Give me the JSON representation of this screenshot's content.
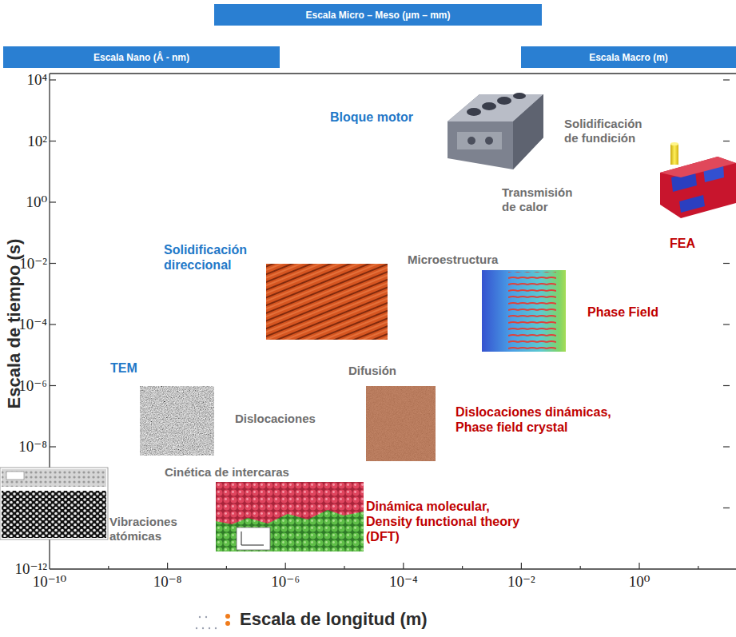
{
  "diagram": {
    "nodes": [
      {
        "text": [
          "Escala Micro – Meso (µm – mm)"
        ]
      },
      {
        "text": [
          "Escala Nano (Å - nm)"
        ]
      },
      {
        "text": [
          "Escala Macro (m)"
        ]
      }
    ],
    "labels": [
      "10⁴",
      "10²",
      "10⁰",
      "10⁻²",
      "10⁻⁴",
      "10⁻⁶",
      "10⁻⁸",
      "10⁻¹²",
      "10⁻¹⁰",
      "10⁻⁸",
      "10⁻⁶",
      "10⁻⁴",
      "10⁻²",
      "10⁰",
      "Escala de tiempo (s)",
      "Escala de longitud (m)",
      "Bloque motor",
      "Solidificación de fundición",
      "Transmisión de calor",
      "FEA",
      "Solidificación direccional",
      "Microestructura",
      "Phase Field",
      "TEM",
      "Difusión",
      "Dislocaciones",
      "Dislocaciones dinámicas, Phase field crystal",
      "Cinética de intercaras",
      "Vibraciones atómicas",
      "Dinámica molecular, Density functional theory (DFT)"
    ]
  }
}
